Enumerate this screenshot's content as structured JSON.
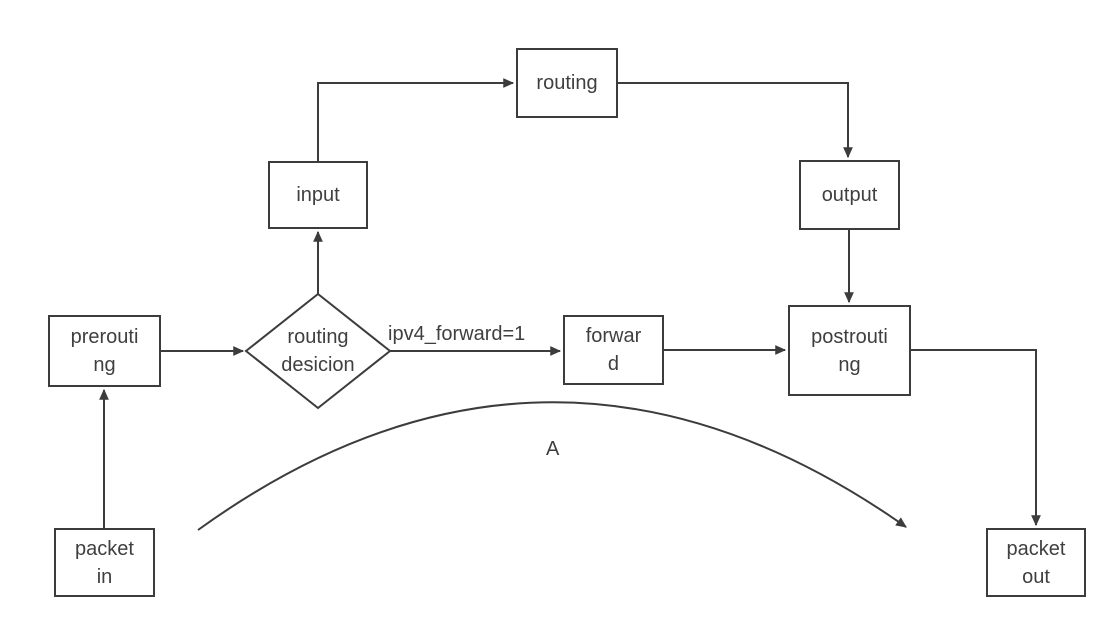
{
  "diagram": {
    "type": "flowchart",
    "background_color": "#ffffff",
    "line_color": "#3c3c3c",
    "text_color": "#3f3f3f",
    "nodes": {
      "packet_in": {
        "label": "packet\nin",
        "shape": "rect"
      },
      "prerouting": {
        "label": "prerouti\nng",
        "shape": "rect"
      },
      "routing_decision": {
        "label": "routing\ndesicion",
        "shape": "diamond"
      },
      "input": {
        "label": "input",
        "shape": "rect"
      },
      "routing": {
        "label": "routing",
        "shape": "rect"
      },
      "output": {
        "label": "output",
        "shape": "rect"
      },
      "forward": {
        "label": "forwar\nd",
        "shape": "rect"
      },
      "postrouting": {
        "label": "postrouti\nng",
        "shape": "rect"
      },
      "packet_out": {
        "label": "packet\nout",
        "shape": "rect"
      }
    },
    "edge_labels": {
      "forward_condition": "ipv4_forward=1",
      "arc": "A"
    },
    "edges": [
      {
        "from": "packet_in",
        "to": "prerouting"
      },
      {
        "from": "prerouting",
        "to": "routing_decision"
      },
      {
        "from": "routing_decision",
        "to": "input"
      },
      {
        "from": "input",
        "to": "routing"
      },
      {
        "from": "routing",
        "to": "output"
      },
      {
        "from": "output",
        "to": "postrouting"
      },
      {
        "from": "routing_decision",
        "to": "forward",
        "label": "ipv4_forward=1"
      },
      {
        "from": "forward",
        "to": "postrouting"
      },
      {
        "from": "postrouting",
        "to": "packet_out"
      },
      {
        "from": "packet_in",
        "to": "packet_out",
        "label": "A",
        "style": "curved"
      }
    ]
  }
}
